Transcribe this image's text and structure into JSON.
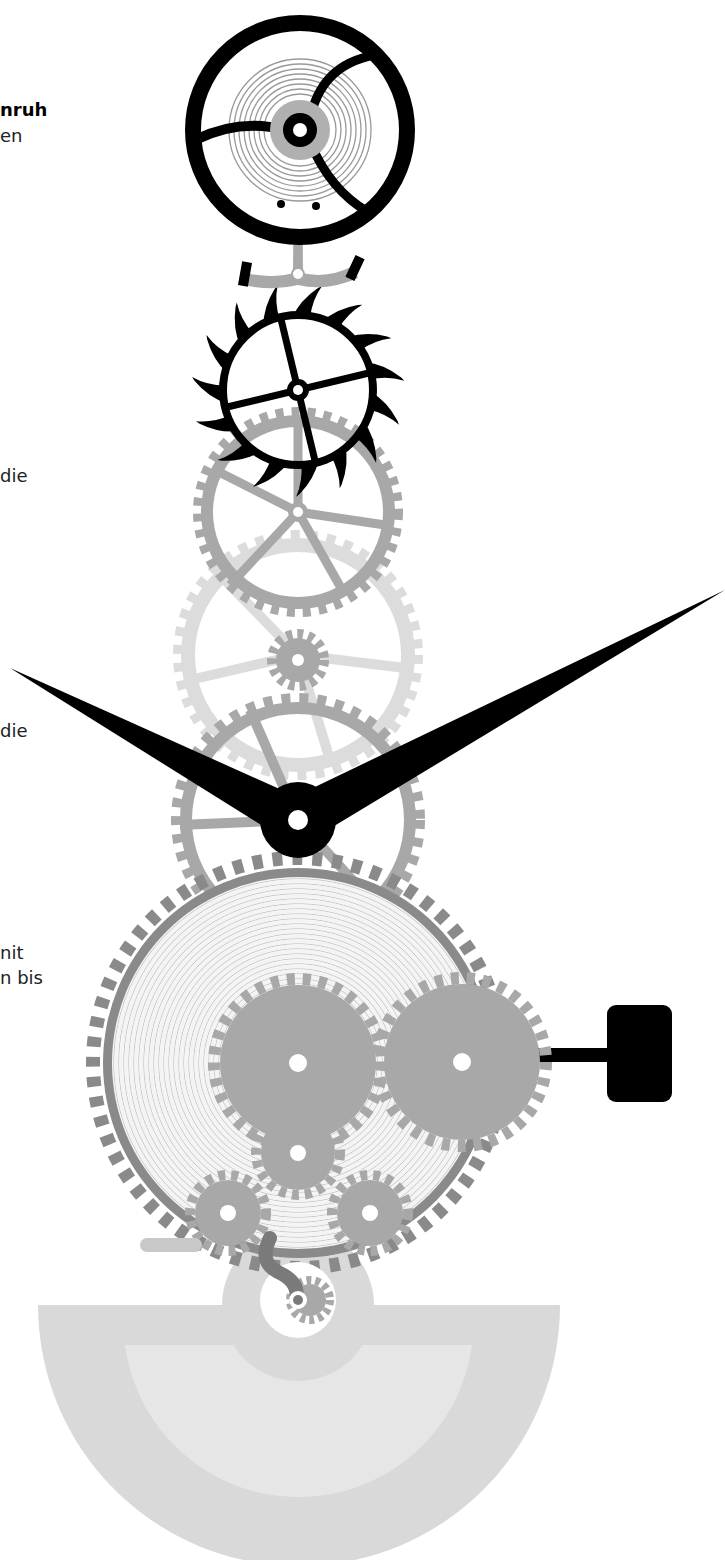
{
  "diagram": {
    "labels": [
      "nruh",
      "en",
      "die",
      "die",
      "nit",
      "n bis"
    ]
  }
}
